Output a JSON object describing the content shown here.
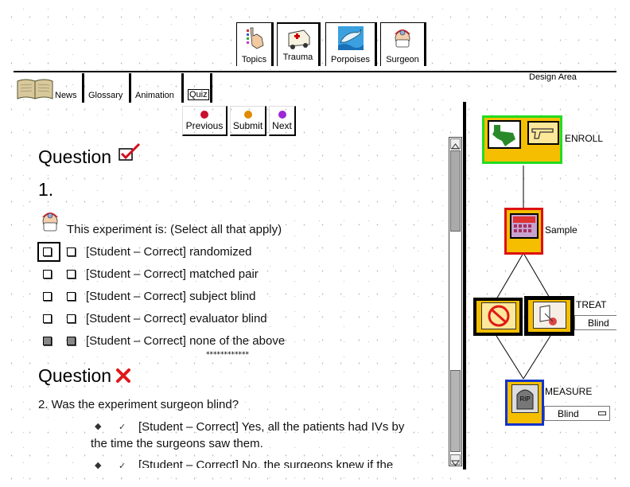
{
  "top_tabs": [
    {
      "label": "Topics",
      "icon": "hand-pointing-icon"
    },
    {
      "label": "Trauma",
      "icon": "ambulance-icon"
    },
    {
      "label": "Porpoises",
      "icon": "dolphin-icon"
    },
    {
      "label": "Surgeon",
      "icon": "surgeon-icon"
    }
  ],
  "design_area_label": "Design Area",
  "sub_tabs": [
    {
      "label": "News"
    },
    {
      "label": "Glossary"
    },
    {
      "label": "Animation"
    },
    {
      "label": "Quiz"
    }
  ],
  "nav_buttons": [
    {
      "label": "Previous",
      "color": "#c8102e"
    },
    {
      "label": "Submit",
      "color": "#e08a00"
    },
    {
      "label": "Next",
      "color": "#9b28d8"
    }
  ],
  "question1": {
    "heading": "Question",
    "number": "1.",
    "prompt": "This experiment is: (Select all that apply)",
    "options": [
      {
        "label": "[Student – Correct] randomized",
        "checked": false
      },
      {
        "label": "[Student – Correct] matched pair",
        "checked": false
      },
      {
        "label": "[Student – Correct] subject blind",
        "checked": false
      },
      {
        "label": "[Student – Correct] evaluator blind",
        "checked": false
      },
      {
        "label": "[Student – Correct] none of the above",
        "checked": true
      }
    ],
    "separator": "************"
  },
  "question2": {
    "heading": "Question",
    "prompt": "2. Was the experiment surgeon blind?",
    "answer1_line1": "[Student – Correct] Yes, all the patients had IVs by",
    "answer1_line2": "the time the surgeons saw them.",
    "answer2_line1": "[Student – Correct] No, the surgeons knew if the"
  },
  "design": {
    "enroll_label": "ENROLL",
    "sample_label": "Sample",
    "treat_label": "TREAT",
    "treat_select": "Blind",
    "measure_label": "MEASURE",
    "measure_select": "Blind",
    "rip_text": "RIP",
    "colors": {
      "node_fill": "#f5be00",
      "enroll_border": "#22dd22",
      "sample_border": "#dd1111",
      "measure_border": "#1133cc"
    }
  }
}
